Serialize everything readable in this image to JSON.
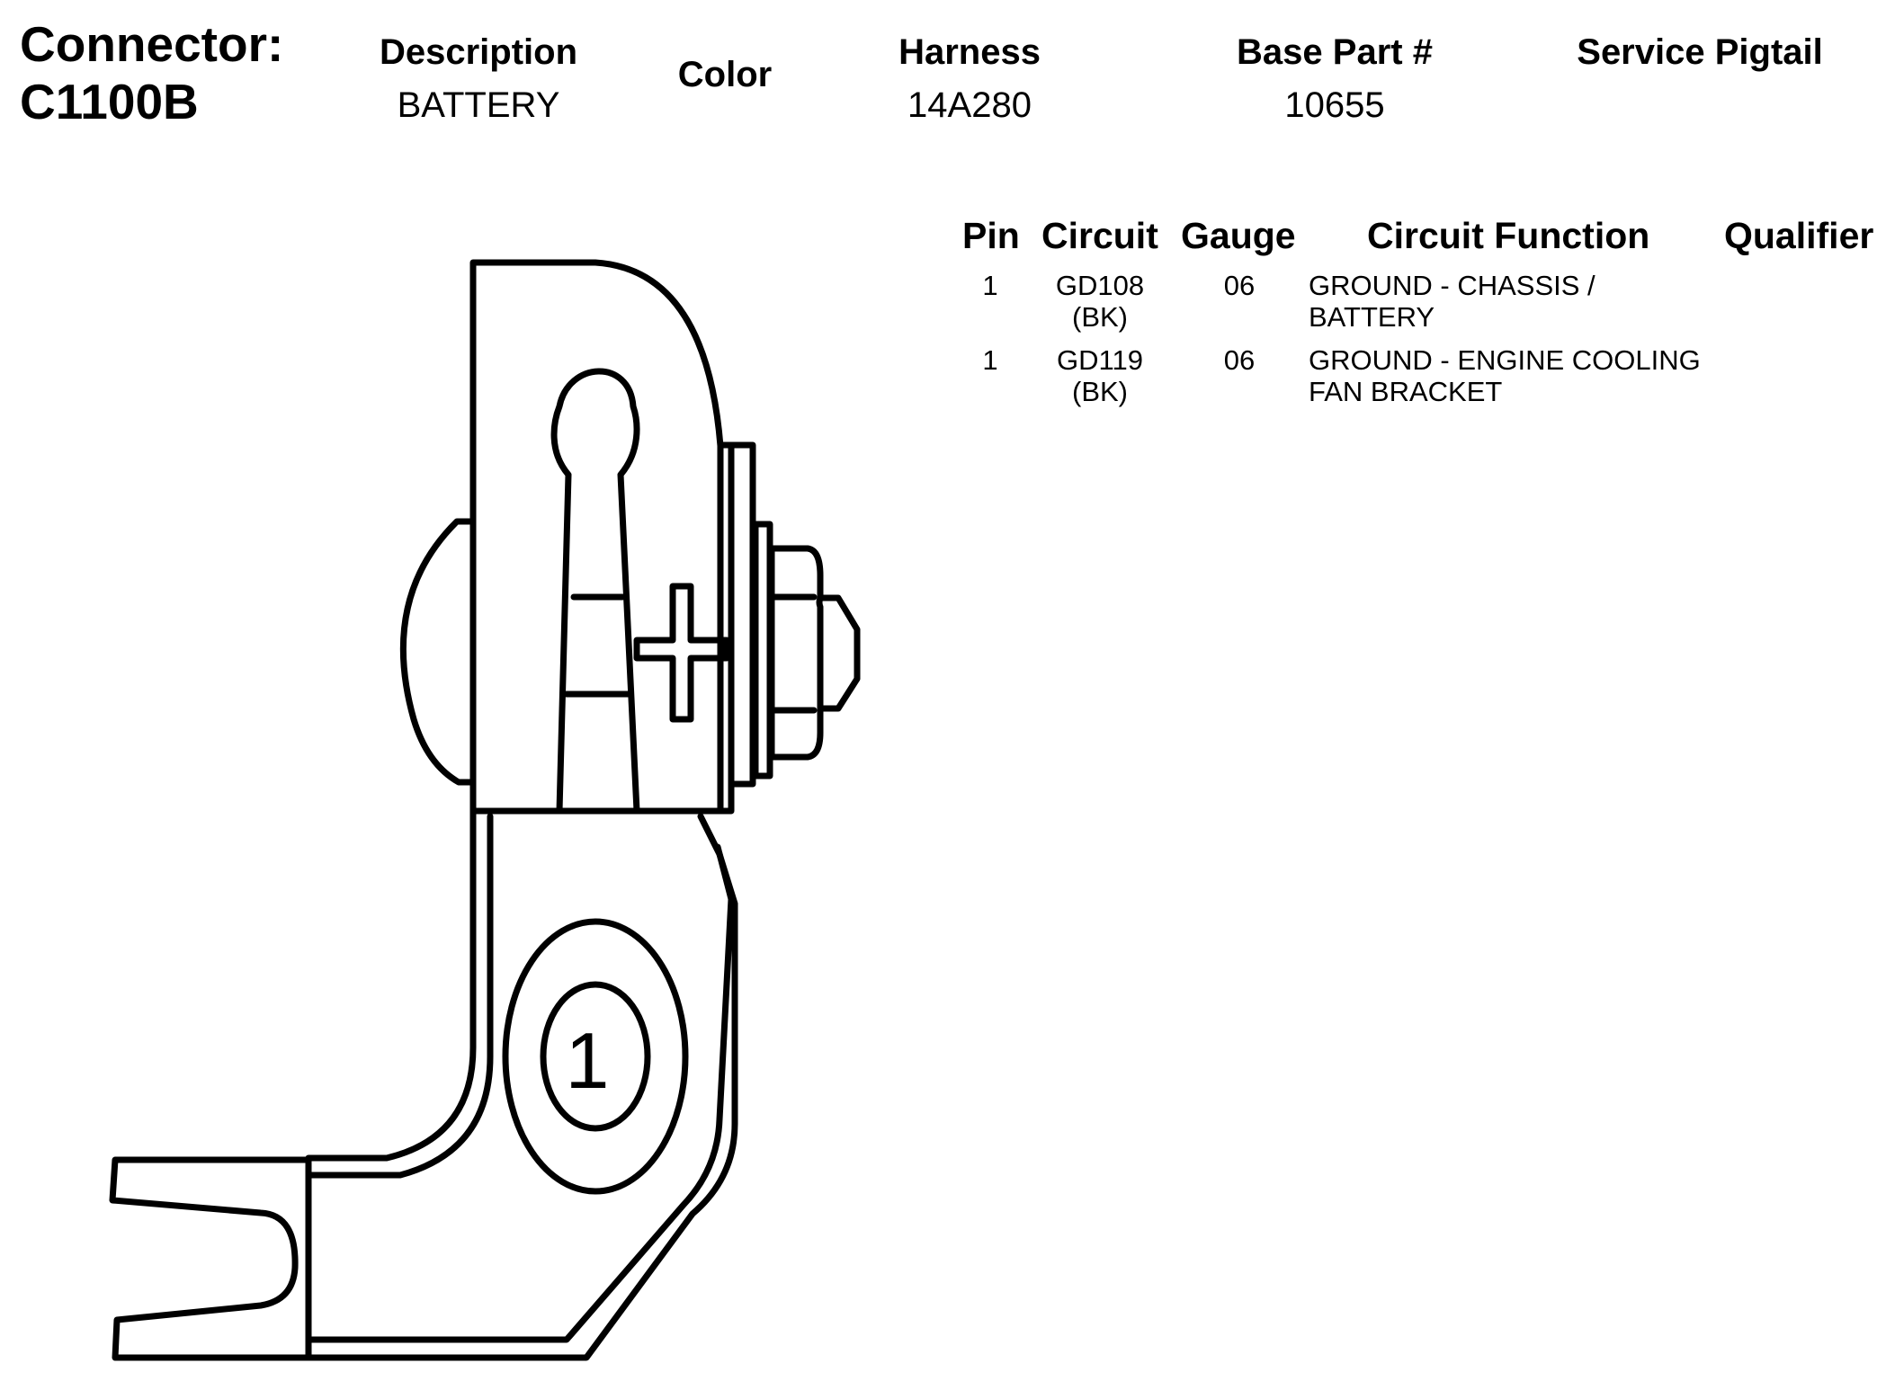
{
  "connector": {
    "label": "Connector:",
    "id": "C1100B"
  },
  "header": {
    "description_label": "Description",
    "description_value": "BATTERY",
    "color_label": "Color",
    "harness_label": "Harness",
    "harness_value": "14A280",
    "base_part_label": "Base Part #",
    "base_part_value": "10655",
    "service_pigtail_label": "Service Pigtail"
  },
  "pin_table": {
    "columns": [
      "Pin",
      "Circuit",
      "Gauge",
      "Circuit Function",
      "Qualifier"
    ],
    "rows": [
      {
        "pin": "1",
        "circuit_line1": "GD108",
        "circuit_line2": "(BK)",
        "gauge": "06",
        "function_line1": "GROUND - CHASSIS /",
        "function_line2": "BATTERY",
        "qualifier": ""
      },
      {
        "pin": "1",
        "circuit_line1": "GD119",
        "circuit_line2": "(BK)",
        "gauge": "06",
        "function_line1": "GROUND - ENGINE COOLING",
        "function_line2": "FAN BRACKET",
        "qualifier": ""
      }
    ]
  },
  "drawing": {
    "pin_number": "1",
    "line_color": "#000000"
  }
}
